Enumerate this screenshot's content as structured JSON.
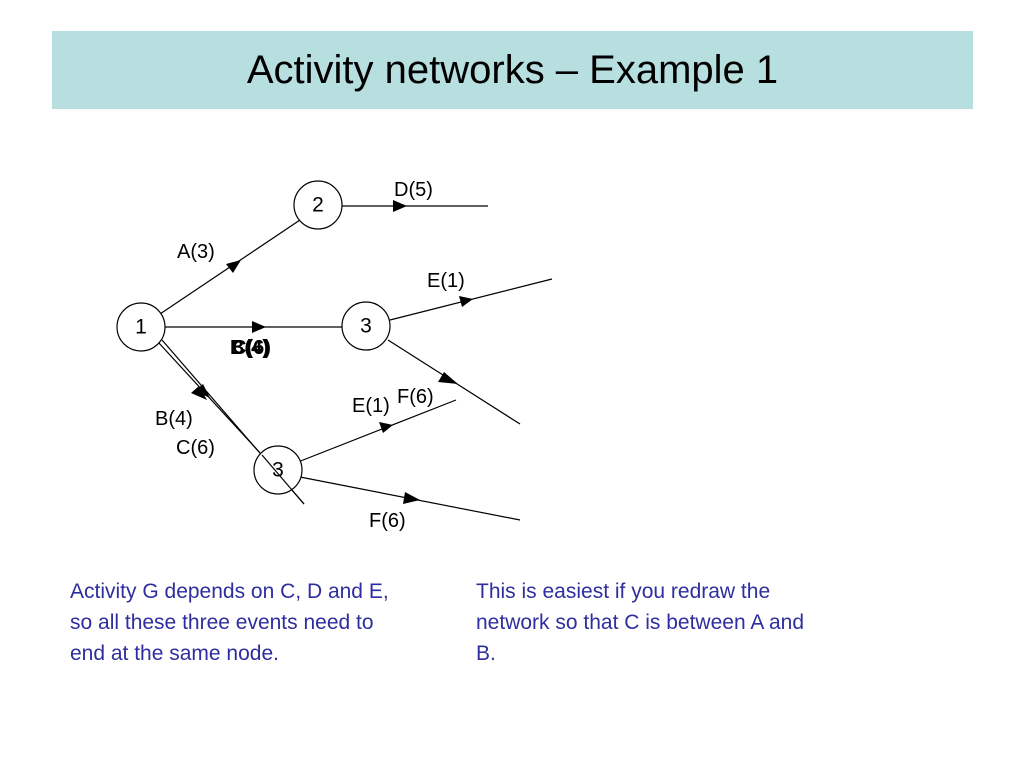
{
  "title": "Activity networks – Example 1",
  "colors": {
    "title_bar": "#b8dfe0",
    "note_text": "#2e2e9e",
    "diagram": "#000000"
  },
  "nodes": {
    "n1": "1",
    "n2": "2",
    "n3_top": "3",
    "n3_bottom": "3"
  },
  "edge_labels": {
    "a": "A(3)",
    "d": "D(5)",
    "e_top": "E(1)",
    "f_top": "F(6)",
    "b_top": "B(4)",
    "c_top": "C(6)",
    "b_side": "B(4)",
    "c_side": "C(6)",
    "e_bottom": "E(1)",
    "f_bottom": "F(6)"
  },
  "notes": {
    "left": "Activity G depends on C, D and E, so all these three events need to end at the same node.",
    "right": "This is easiest if you redraw the network so that C is between A and B."
  }
}
